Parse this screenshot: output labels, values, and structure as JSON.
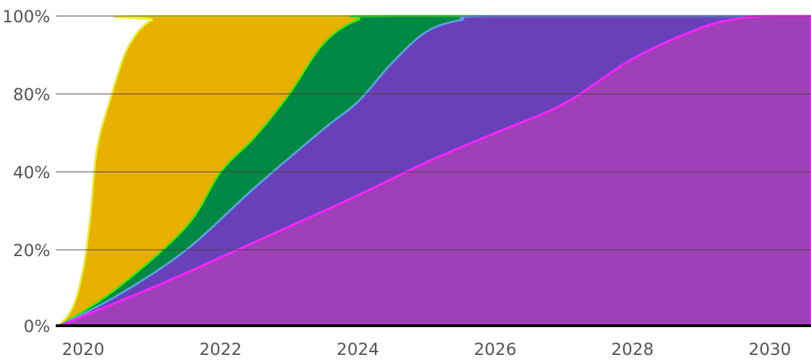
{
  "chart_data": {
    "type": "area",
    "title": "",
    "xlabel": "",
    "ylabel": "",
    "xlim": [
      2019.6,
      2030.6
    ],
    "ylim": [
      0,
      100
    ],
    "y_scale_note": "non-linear y axis: ticks 0, 20, 40, 80, 100 evenly spaced",
    "y_ticks": [
      {
        "value": 0,
        "label": "0%"
      },
      {
        "value": 20,
        "label": "20%"
      },
      {
        "value": 40,
        "label": "40%"
      },
      {
        "value": 80,
        "label": "80%"
      },
      {
        "value": 100,
        "label": "100%"
      }
    ],
    "x_ticks": [
      {
        "value": 2020,
        "label": "2020"
      },
      {
        "value": 2022,
        "label": "2022"
      },
      {
        "value": 2024,
        "label": "2024"
      },
      {
        "value": 2026,
        "label": "2026"
      },
      {
        "value": 2028,
        "label": "2028"
      },
      {
        "value": 2030,
        "label": "2030"
      }
    ],
    "grid": true,
    "legend": "none",
    "series": [
      {
        "fill": "#e8b000",
        "stroke": "#f0f020",
        "points": [
          [
            2019.65,
            0
          ],
          [
            2019.85,
            5
          ],
          [
            2020.0,
            15
          ],
          [
            2020.1,
            28
          ],
          [
            2020.2,
            52
          ],
          [
            2020.4,
            78
          ],
          [
            2020.6,
            90
          ],
          [
            2020.8,
            96
          ],
          [
            2021.0,
            99
          ],
          [
            2021.2,
            100
          ],
          [
            2030.6,
            100
          ]
        ]
      },
      {
        "fill": "#008844",
        "stroke": "#33ee22",
        "points": [
          [
            2019.65,
            0
          ],
          [
            2020.5,
            10
          ],
          [
            2021.5,
            26
          ],
          [
            2022.0,
            40
          ],
          [
            2022.5,
            58
          ],
          [
            2023.0,
            80
          ],
          [
            2023.5,
            93
          ],
          [
            2024.0,
            99
          ],
          [
            2024.5,
            100
          ],
          [
            2030.6,
            100
          ]
        ]
      },
      {
        "fill": "#6a40b8",
        "stroke": "#6699ee",
        "points": [
          [
            2019.65,
            0
          ],
          [
            2020.5,
            8
          ],
          [
            2021.5,
            20
          ],
          [
            2022.5,
            36
          ],
          [
            2023.5,
            62
          ],
          [
            2024.0,
            76
          ],
          [
            2024.5,
            88
          ],
          [
            2025.0,
            96
          ],
          [
            2025.5,
            99
          ],
          [
            2026.0,
            100
          ],
          [
            2030.6,
            100
          ]
        ]
      },
      {
        "fill": "#a040b8",
        "stroke": "#ff22ff",
        "points": [
          [
            2019.65,
            0
          ],
          [
            2021.0,
            10
          ],
          [
            2022.0,
            18
          ],
          [
            2023.0,
            26
          ],
          [
            2024.0,
            34
          ],
          [
            2025.0,
            45
          ],
          [
            2026.0,
            60
          ],
          [
            2027.0,
            75
          ],
          [
            2028.0,
            89
          ],
          [
            2029.0,
            97
          ],
          [
            2029.6,
            99.5
          ],
          [
            2030.0,
            100
          ],
          [
            2030.6,
            100
          ]
        ]
      }
    ]
  }
}
